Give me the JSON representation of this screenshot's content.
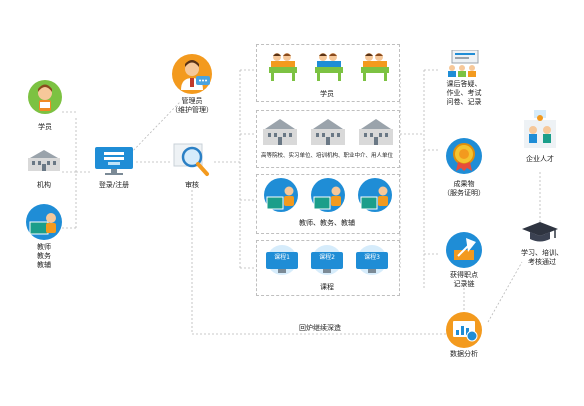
{
  "left": {
    "student": "学员",
    "institution": "机构",
    "teacher": [
      "教师",
      "教务",
      "教辅"
    ]
  },
  "login": "登录/注册",
  "admin": [
    "管理员",
    "（维护管理）"
  ],
  "review": "审核",
  "groups": {
    "students": "学员",
    "orgs": "高等院校、实习单位、培训机构、职业中介、用人单位",
    "staff": "教师、教务、教辅",
    "courses": "课程"
  },
  "course_cards": [
    "课程1",
    "课程2",
    "课程3"
  ],
  "right": {
    "after_class": [
      "课后答疑、",
      "作业、考试",
      "问卷、记录"
    ],
    "achievement": [
      "成果物",
      "（服务证明）"
    ],
    "record": [
      "获得职点",
      "记录链"
    ],
    "talent": "企业人才",
    "learning": [
      "学习、培训、",
      "考核通过"
    ],
    "analysis": "数据分析"
  },
  "feedback": "回炉继续深造",
  "colors": {
    "green": "#7cc242",
    "orange": "#f39a1e",
    "blue": "#1f8dd6",
    "board": "#1b9e8a",
    "line": "#b8b8b8"
  }
}
